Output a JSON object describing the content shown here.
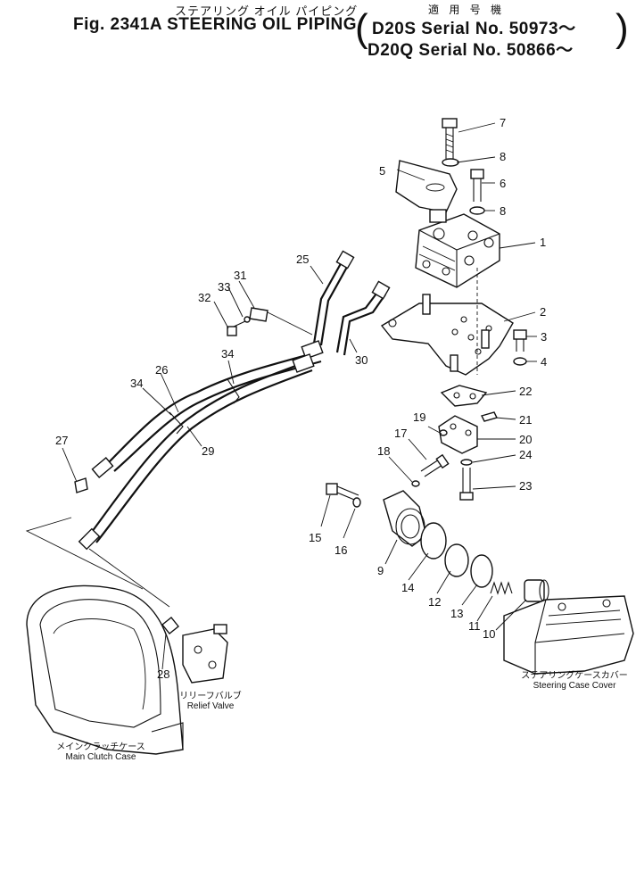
{
  "title": {
    "kana": "ステアリング オイル パイピング",
    "main": "Fig. 2341A  STEERING OIL PIPING",
    "applicability_header": "適 用 号 機",
    "serial_1": "D20S  Serial No. 50973～",
    "serial_2": "D20Q  Serial No. 50866～"
  },
  "callouts": [
    "1",
    "2",
    "3",
    "4",
    "5",
    "6",
    "7",
    "8",
    "8",
    "9",
    "10",
    "11",
    "12",
    "13",
    "14",
    "15",
    "16",
    "17",
    "18",
    "19",
    "20",
    "21",
    "22",
    "23",
    "24",
    "25",
    "26",
    "27",
    "28",
    "29",
    "30",
    "31",
    "32",
    "33",
    "34",
    "34"
  ],
  "captions": {
    "relief_valve_jp": "リリーフバルブ",
    "relief_valve_en": "Relief Valve",
    "main_clutch_jp": "メインクラッチケース",
    "main_clutch_en": "Main Clutch Case",
    "steering_cover_jp": "ステアリングケースカバー",
    "steering_cover_en": "Steering Case Cover"
  }
}
